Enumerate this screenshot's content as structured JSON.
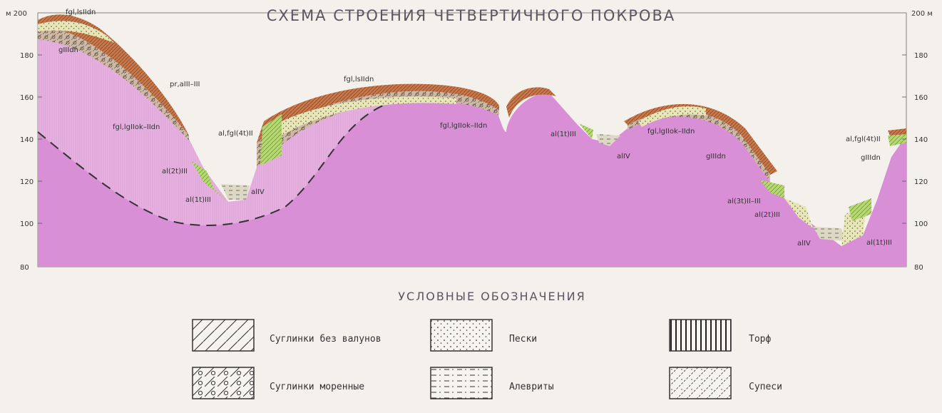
{
  "title": "СХЕМА СТРОЕНИЯ ЧЕТВЕРТИЧНОГО ПОКРОВА",
  "axis": {
    "left_top_label": "м 200",
    "right_top_label": "200 м",
    "ticks": [
      "180",
      "160",
      "140",
      "120",
      "100",
      "80"
    ]
  },
  "geo_labels": [
    "fgl,lsIIdn",
    "gIIIdn",
    "pr,aIII–III",
    "fgl,lgIIok–IIdn",
    "al,fgl(4t)II",
    "al(2t)III",
    "al(1t)III",
    "alIV",
    "fgl,lsIIdn",
    "fgl,lgIIok–IIdn",
    "al(1t)III",
    "alIV",
    "fgl,lgIIok–IIdn",
    "gIIIdn",
    "al(3t)II–III",
    "al(2t)III",
    "alIV",
    "al(1t)III",
    "al,fgl(4t)II",
    "gIIIdn"
  ],
  "legend": {
    "title": "УСЛОВНЫЕ ОБОЗНАЧЕНИЯ",
    "items": [
      {
        "label": "Суглинки без валунов",
        "pattern": "diagonal-hatch"
      },
      {
        "label": "Пески",
        "pattern": "dots"
      },
      {
        "label": "Торф",
        "pattern": "vertical-lines"
      },
      {
        "label": "Суглинки моренные",
        "pattern": "hatch-with-circles"
      },
      {
        "label": "Алевриты",
        "pattern": "dashes"
      },
      {
        "label": "Супеси",
        "pattern": "diagonal-with-dashes"
      }
    ]
  },
  "colors": {
    "bedrock": "#d98fd6",
    "bedrock_light": "#e8b8e2",
    "moraine": "#bfa58f",
    "clay": "#c97a4e",
    "sand": "#e6e4b0",
    "alluvium_green": "#b8d977",
    "silt": "#d9d3bf"
  }
}
